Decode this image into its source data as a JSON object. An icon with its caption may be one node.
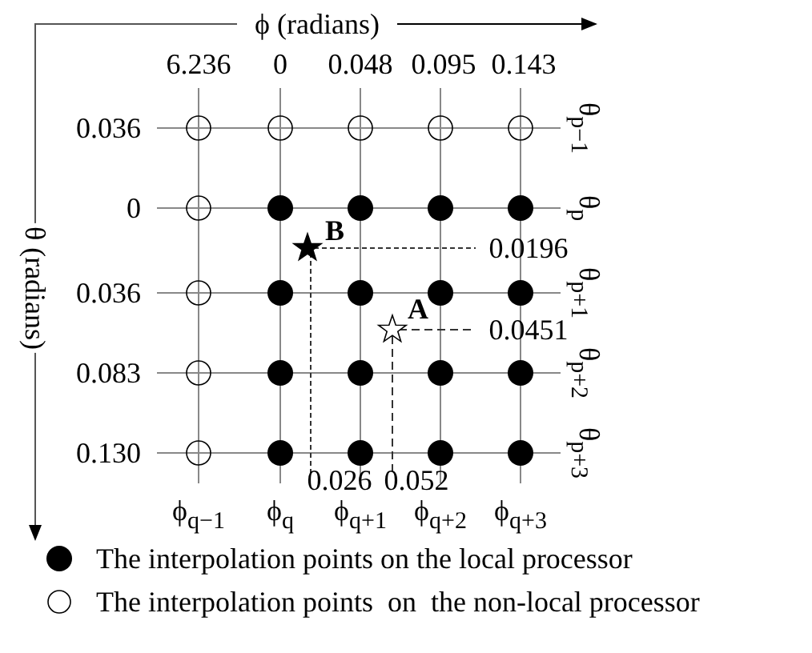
{
  "diagram": {
    "labels": [
      "ϕ (radians)",
      "6.236",
      "0",
      "0.048",
      "0.095",
      "0.143",
      "0.036",
      "θ$_{p−1}$",
      "0",
      "θ$_{p}$",
      "B",
      "0.0196",
      "θ (radians)",
      "0.036",
      "θ$_{p+1}$",
      "A",
      "0.0451",
      "0.083",
      "θ$_{p+2}$",
      "0.130",
      "θ$_{p+3}$",
      "0.026",
      "0.052",
      "ϕ$_{q−1}$",
      "ϕ$_{q}$",
      "ϕ$_{q+1}$",
      "ϕ$_{q+2}$",
      "ϕ$_{q+3}$"
    ],
    "legend": [
      {
        "text": "The interpolation points on the local processor"
      },
      {
        "text": "The interpolation points  on  the non-local processor"
      }
    ]
  }
}
